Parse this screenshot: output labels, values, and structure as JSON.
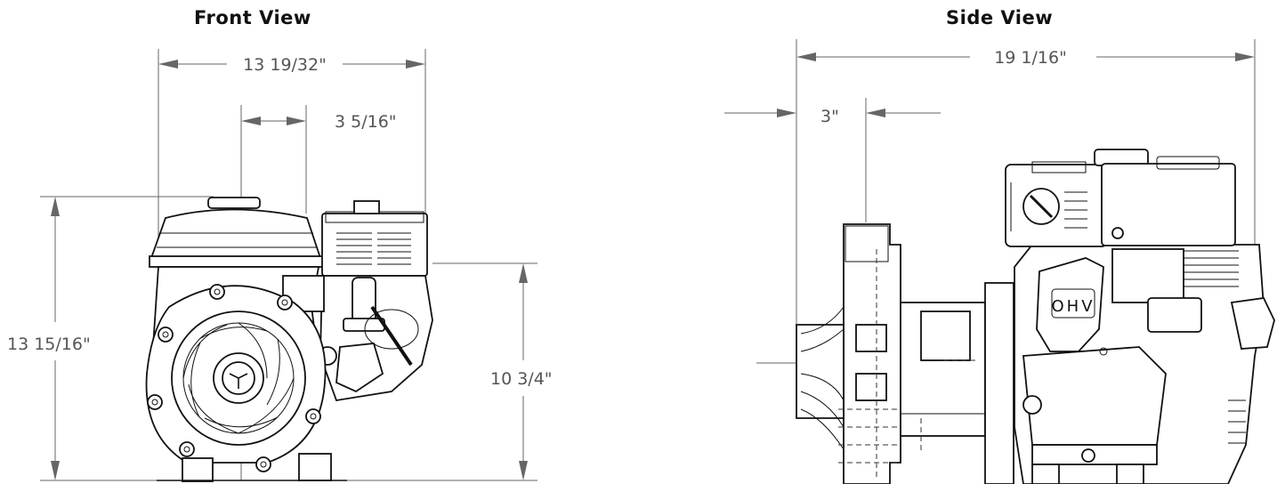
{
  "views": {
    "front": {
      "title": "Front View",
      "dimensions": {
        "overall_width": "13 19/32\"",
        "offset_width": "3 5/16\"",
        "overall_height": "13 15/16\"",
        "discharge_height": "10 3/4\""
      }
    },
    "side": {
      "title": "Side View",
      "dimensions": {
        "overall_length": "19 1/16\"",
        "inlet_offset": "3\""
      },
      "engine_label": "OHV"
    }
  },
  "colors": {
    "line": "#111111",
    "dimension": "#666666",
    "background": "#ffffff"
  }
}
